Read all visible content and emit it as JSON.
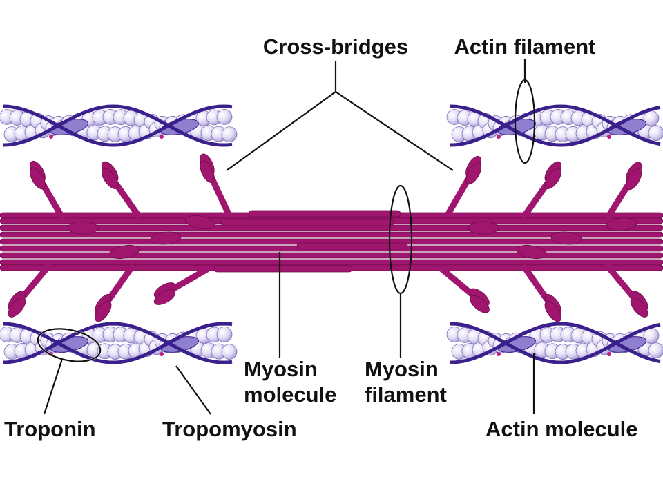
{
  "labels": {
    "cross_bridges": "Cross-bridges",
    "actin_filament": "Actin filament",
    "myosin_molecule_line1": "Myosin",
    "myosin_molecule_line2": "molecule",
    "myosin_filament_line1": "Myosin",
    "myosin_filament_line2": "filament",
    "troponin": "Troponin",
    "tropomyosin": "Tropomyosin",
    "actin_molecule": "Actin molecule"
  },
  "colors": {
    "myosin": "#a0166f",
    "myosin_edge": "#6e0b4b",
    "actin_bead": "#d9d2f0",
    "actin_bead_edge": "#7a70b8",
    "tropomyosin": "#3b1f8c",
    "troponin": "#8f7fcf",
    "accent_dot": "#c2188a"
  }
}
